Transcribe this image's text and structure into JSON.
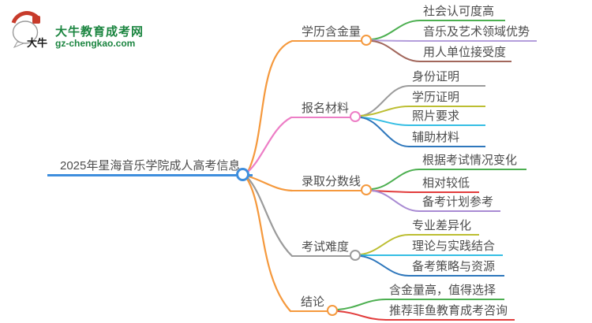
{
  "logo": {
    "bubble_text": "大牛",
    "title": "大牛教育成考网",
    "url": "gz-chengkao.com",
    "brand_green": "#1B8540",
    "seal_red": "#C73B2B"
  },
  "central": {
    "label": "2025年星海音乐学院成人高考信息",
    "color": "#3E8EDD"
  },
  "branches": [
    {
      "label": "学历含金量",
      "color": "#F5993D",
      "children": [
        {
          "label": "社会认可度高",
          "color": "#4CAF50"
        },
        {
          "label": "音乐及艺术领域优势",
          "color": "#B39DDB"
        },
        {
          "label": "用人单位接受度",
          "color": "#A2675C"
        }
      ]
    },
    {
      "label": "报名材料",
      "color": "#ED7EC6",
      "children": [
        {
          "label": "身份证明",
          "color": "#9B9B9B"
        },
        {
          "label": "学历证明",
          "color": "#BCBE32"
        },
        {
          "label": "照片要求",
          "color": "#35BEE4"
        },
        {
          "label": "辅助材料",
          "color": "#2E77BC"
        }
      ]
    },
    {
      "label": "录取分数线",
      "color": "#F5993D",
      "children": [
        {
          "label": "根据考试情况变化",
          "color": "#4CAF50"
        },
        {
          "label": "相对较低",
          "color": "#E23C3C"
        },
        {
          "label": "备考计划参考",
          "color": "#A98BD3"
        }
      ]
    },
    {
      "label": "考试难度",
      "color": "#9B9B9B",
      "children": [
        {
          "label": "专业差异化",
          "color": "#BCBE32"
        },
        {
          "label": "理论与实践结合",
          "color": "#35BEE4"
        },
        {
          "label": "备考策略与资源",
          "color": "#2E77BC"
        }
      ]
    },
    {
      "label": "结论",
      "color": "#F5993D",
      "children": [
        {
          "label": "含金量高，值得选择",
          "color": "#4CAF50"
        },
        {
          "label": "推荐菲鱼教育成考咨询",
          "color": "#E23C3C"
        }
      ]
    }
  ]
}
